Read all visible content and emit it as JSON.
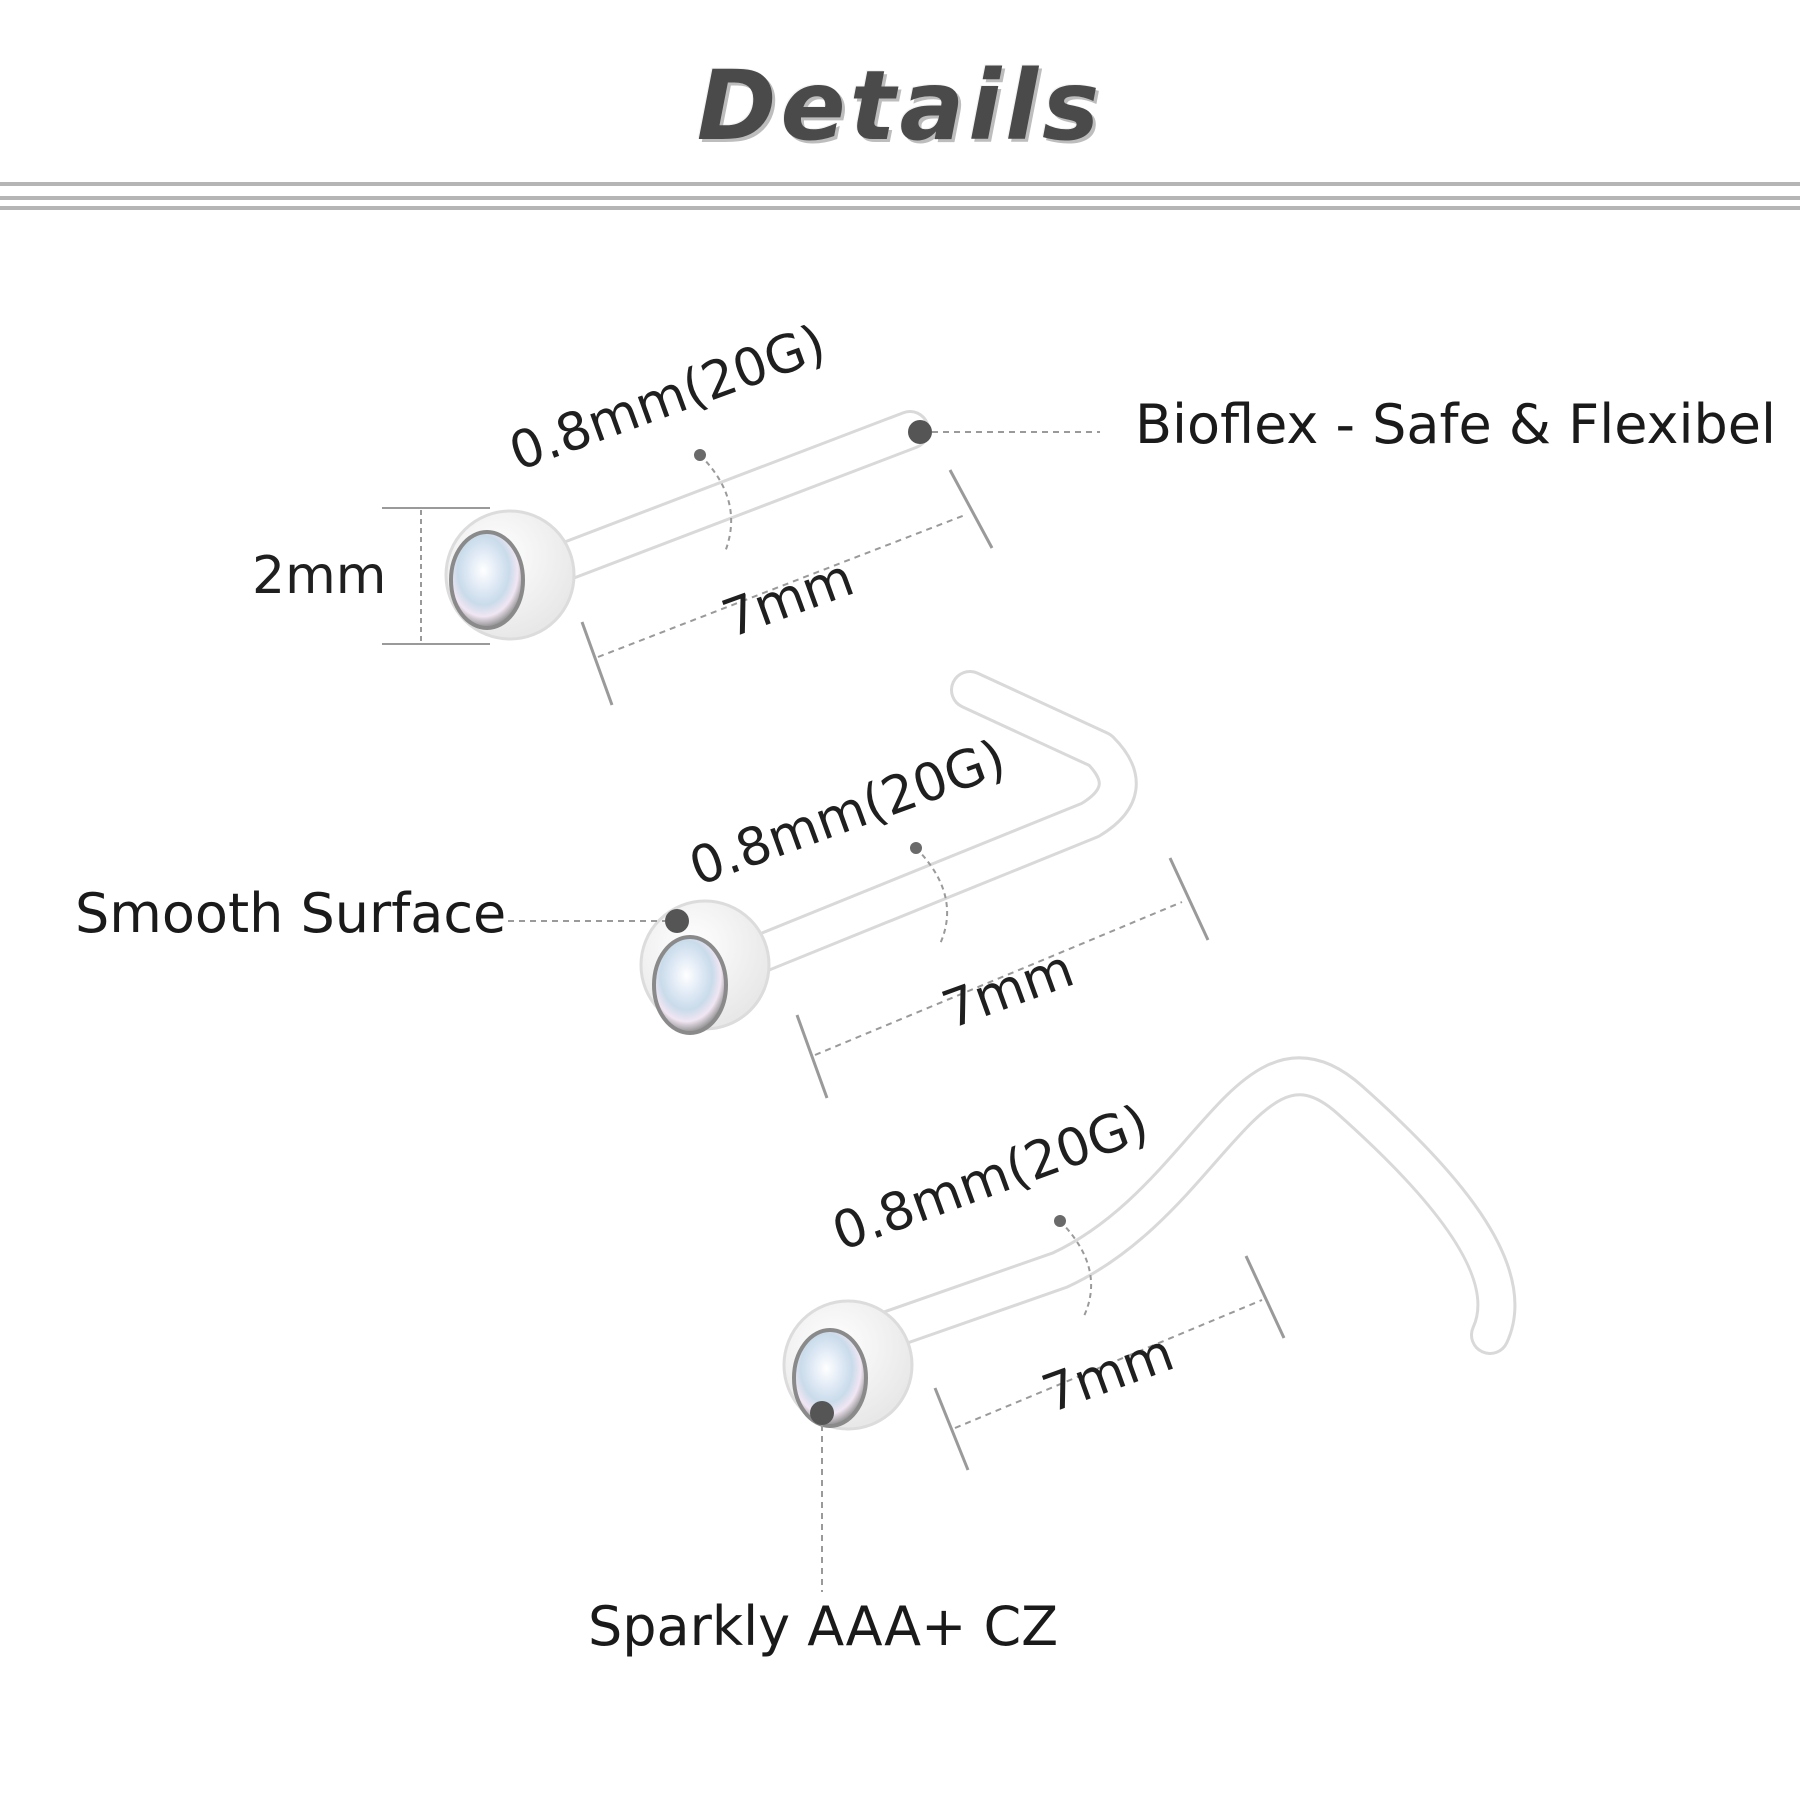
{
  "header": {
    "title": "Details"
  },
  "features": {
    "bioflex": "Bioflex - Safe & Flexibel",
    "smooth": "Smooth Surface",
    "sparkly": "Sparkly AAA+ CZ"
  },
  "dimensions": {
    "head_size": "2mm",
    "stud_straight": {
      "gauge": "0.8mm(20G)",
      "length": "7mm"
    },
    "stud_l_shape": {
      "gauge": "0.8mm(20G)",
      "length": "7mm"
    },
    "stud_screw": {
      "gauge": "0.8mm(20G)",
      "length": "7mm"
    }
  },
  "colors": {
    "title": "#4a4a4a",
    "rule": "#b5b5b5",
    "dimension": "#9a9a9a",
    "dot": "#555555",
    "text": "#1f1f1f"
  }
}
